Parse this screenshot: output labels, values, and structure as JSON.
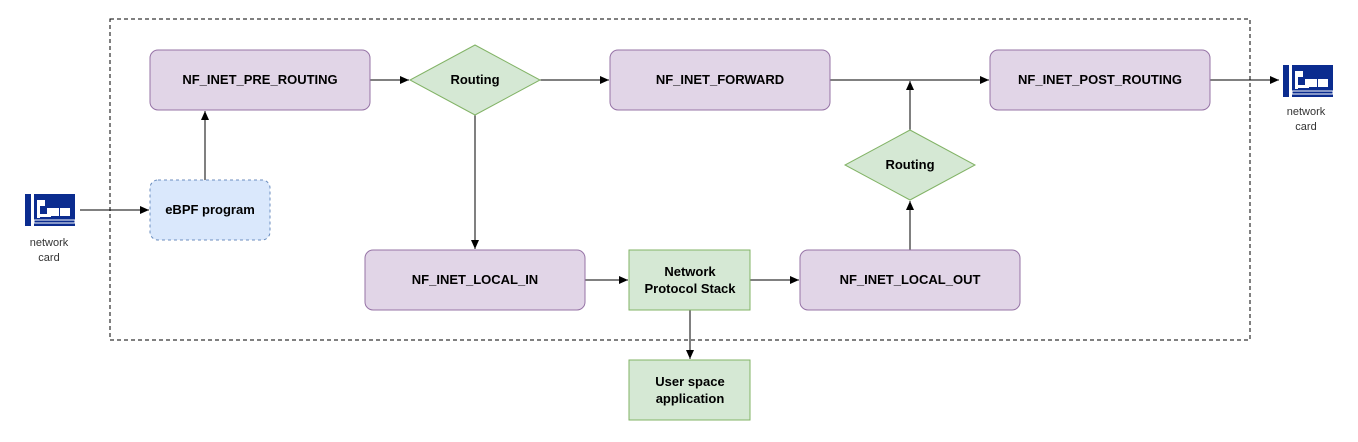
{
  "nodes": {
    "pre_routing": "NF_INET_PRE_ROUTING",
    "routing_top": "Routing",
    "forward": "NF_INET_FORWARD",
    "post_routing": "NF_INET_POST_ROUTING",
    "routing_right": "Routing",
    "ebpf": "eBPF program",
    "local_in": "NF_INET_LOCAL_IN",
    "stack_line1": "Network",
    "stack_line2": "Protocol Stack",
    "local_out": "NF_INET_LOCAL_OUT",
    "user_line1": "User space",
    "user_line2": "application"
  },
  "nic_left": {
    "line1": "network",
    "line2": "card",
    "icon": "network-card-icon"
  },
  "nic_right": {
    "line1": "network",
    "line2": "card",
    "icon": "network-card-icon"
  },
  "colors": {
    "hook_fill": "#e1d5e7",
    "hook_stroke": "#9673a6",
    "green_fill": "#d5e8d4",
    "green_stroke": "#82b366",
    "blue_fill": "#dae8fc",
    "blue_stroke": "#6c8ebf",
    "nic_blue": "#0b2c8f"
  }
}
